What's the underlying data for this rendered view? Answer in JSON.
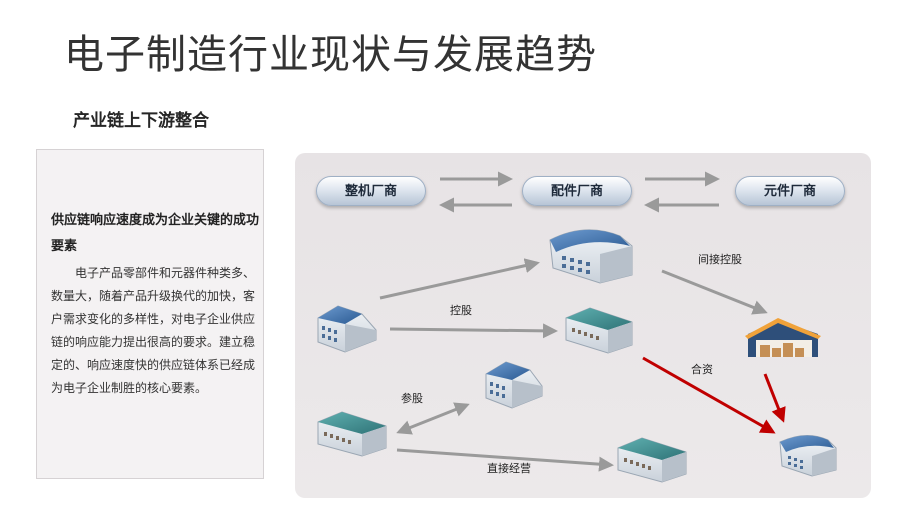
{
  "page": {
    "title": "电子制造行业现状与发展趋势",
    "subtitle": "产业链上下游整合"
  },
  "text_box": {
    "heading": "供应链响应速度成为企业关键的成功要素",
    "body": "电子产品零部件和元器件种类多、数量大，随着产品升级换代的加快，客户需求变化的多样性，对电子企业供应链的响应能力提出很高的要求。建立稳定的、响应速度快的供应链体系已经成为电子企业制胜的核心要素。"
  },
  "diagram": {
    "chain": [
      "整机厂商",
      "配件厂商",
      "元件厂商"
    ],
    "relations": {
      "indirect_holding": "间接控股",
      "holding": "控股",
      "joint_venture": "合资",
      "equity_participation": "参股",
      "direct_operation": "直接经营"
    },
    "colors": {
      "arrow_gray": "#9a9a9a",
      "arrow_red": "#c00000",
      "roof_blue": "#3b6ea8",
      "roof_teal": "#3e8a8e"
    }
  }
}
